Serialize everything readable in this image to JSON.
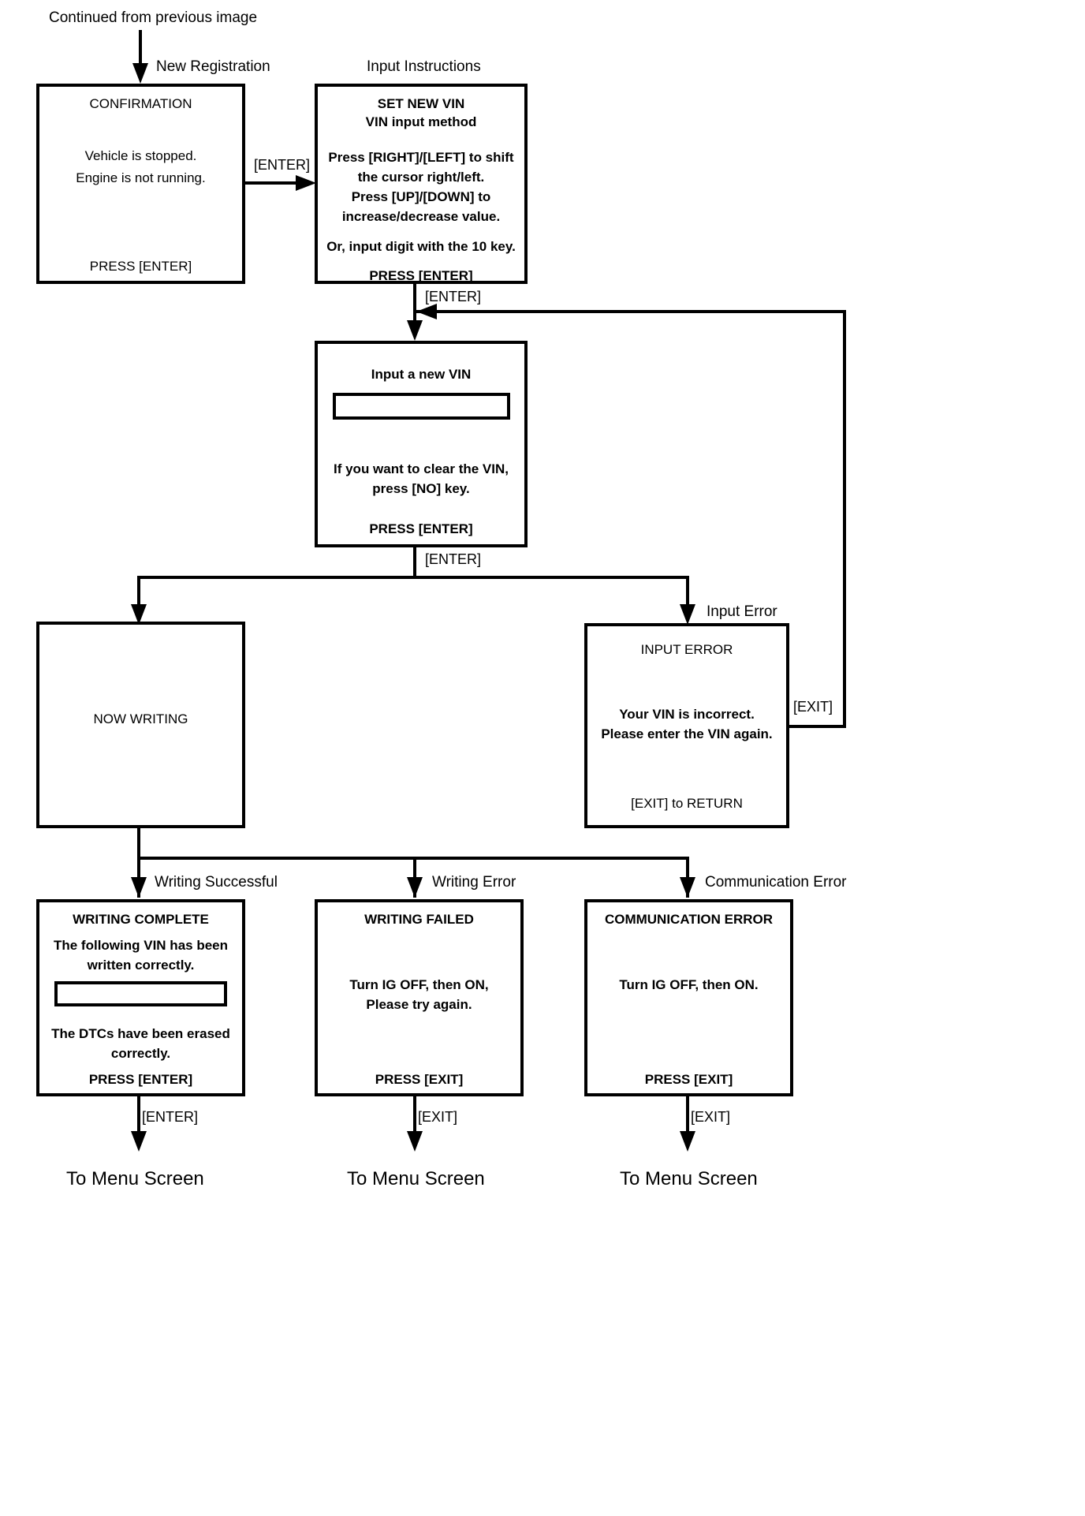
{
  "diagram": {
    "top_note": "Continued from previous image",
    "captions": {
      "new_registration": "New Registration",
      "input_instructions": "Input Instructions",
      "input_error": "Input Error"
    },
    "edge_labels": {
      "enter_to_instructions": "[ENTER]",
      "enter_to_vin_input": "[ENTER]",
      "enter_from_vin_input": "[ENTER]",
      "exit_loop_back": "[EXIT]",
      "writing_successful": "Writing Successful",
      "writing_error": "Writing Error",
      "communication_error": "Communication Error",
      "enter_complete": "[ENTER]",
      "exit_failed": "[EXIT]",
      "exit_comm_error": "[EXIT]"
    },
    "terminals": {
      "to_menu_1": "To Menu Screen",
      "to_menu_2": "To Menu Screen",
      "to_menu_3": "To Menu Screen"
    },
    "boxes": {
      "confirmation": {
        "title": "CONFIRMATION",
        "lines": [
          "Vehicle is stopped.",
          "Engine is not running."
        ],
        "footer": "PRESS [ENTER]"
      },
      "set_new_vin": {
        "title": "SET NEW VIN",
        "subtitle": "VIN input method",
        "lines": [
          "Press [RIGHT]/[LEFT] to shift",
          "the cursor right/left.",
          "Press [UP]/[DOWN] to",
          "increase/decrease value."
        ],
        "note": "Or, input digit with the 10 key.",
        "footer": "PRESS [ENTER]"
      },
      "input_new_vin": {
        "title": "Input a new VIN",
        "field_value": "",
        "lines": [
          "If you want to clear the VIN,",
          "press [NO] key."
        ],
        "footer": "PRESS [ENTER]"
      },
      "now_writing": {
        "title": "NOW WRITING"
      },
      "input_error": {
        "title": "INPUT ERROR",
        "lines": [
          "Your VIN is incorrect.",
          "Please enter the VIN again."
        ],
        "footer": "[EXIT] to RETURN"
      },
      "writing_complete": {
        "title": "WRITING COMPLETE",
        "lines": [
          "The following VIN has been",
          "written correctly."
        ],
        "field_value": "",
        "lines2": [
          "The DTCs have been erased",
          "correctly."
        ],
        "footer": "PRESS [ENTER]"
      },
      "writing_failed": {
        "title": "WRITING FAILED",
        "lines": [
          "Turn IG OFF, then ON,",
          "Please try again."
        ],
        "footer": "PRESS [EXIT]"
      },
      "communication_error": {
        "title": "COMMUNICATION ERROR",
        "lines": [
          "Turn IG OFF, then ON."
        ],
        "footer": "PRESS [EXIT]"
      }
    },
    "colors": {
      "ink": "#000000",
      "paper": "#ffffff"
    }
  }
}
